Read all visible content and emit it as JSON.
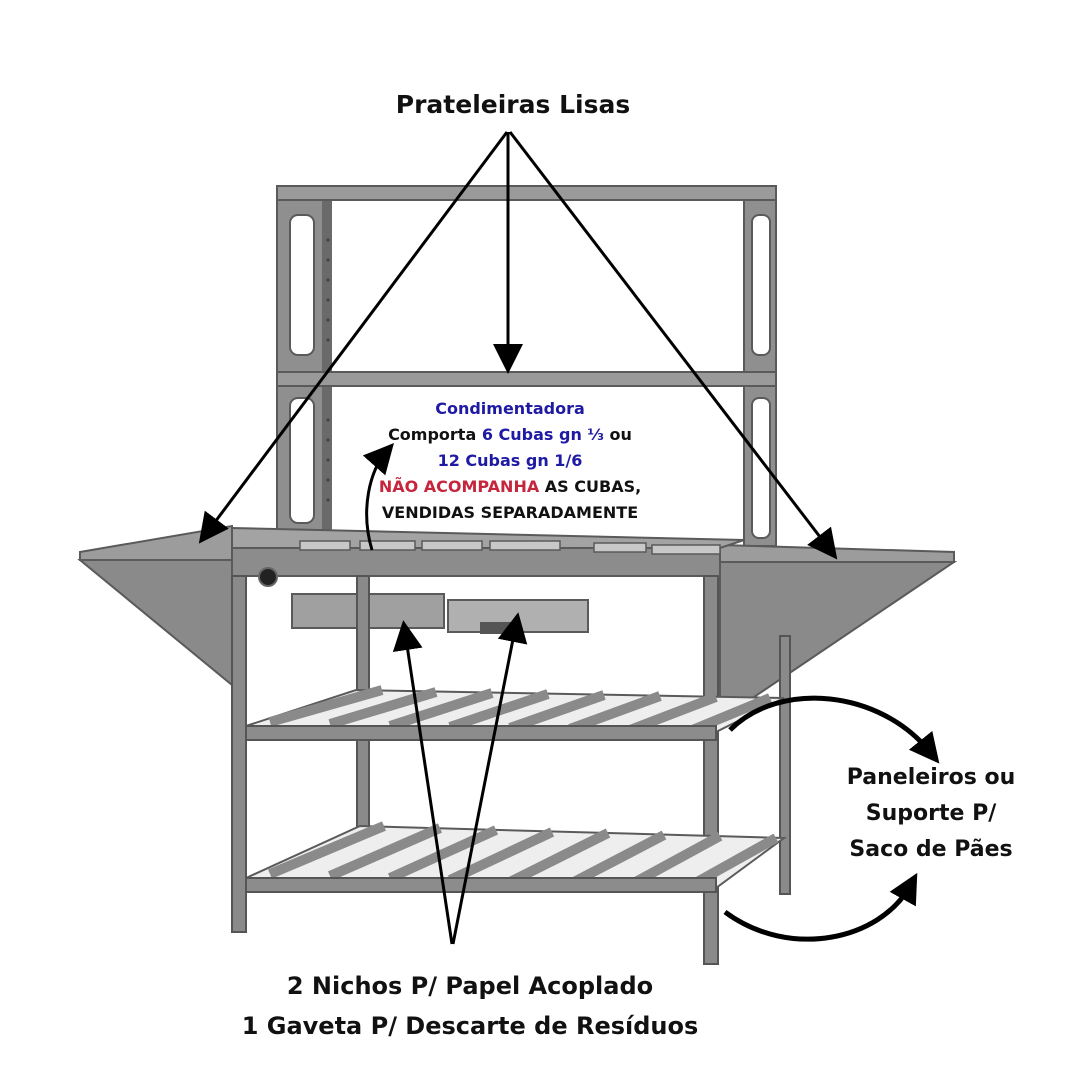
{
  "labels": {
    "top": "Prateleiras Lisas",
    "condimentadora": {
      "title": "Condimentadora",
      "line2_prefix": "Comporta ",
      "line2_highlight": "6 Cubas gn ⅓",
      "line2_suffix": " ou",
      "line3": "12 Cubas gn 1/6",
      "line4_red": "NÃO ACOMPANHA",
      "line4_rest": " AS CUBAS,",
      "line5": "VENDIDAS SEPARADAMENTE"
    },
    "right": {
      "line1": "Paneleiros ou",
      "line2": "Suporte P/",
      "line3": "Saco de Pães"
    },
    "bottom": {
      "line1": "2 Nichos P/ Papel Acoplado",
      "line2": "1 Gaveta P/ Descarte de Resíduos"
    }
  },
  "colors": {
    "steel": "#8a8a8a",
    "steel_dark": "#5e5e5e",
    "steel_light": "#b5b5b5",
    "arrow": "#000000",
    "blue": "#1f1aa3",
    "red": "#c6263d"
  }
}
